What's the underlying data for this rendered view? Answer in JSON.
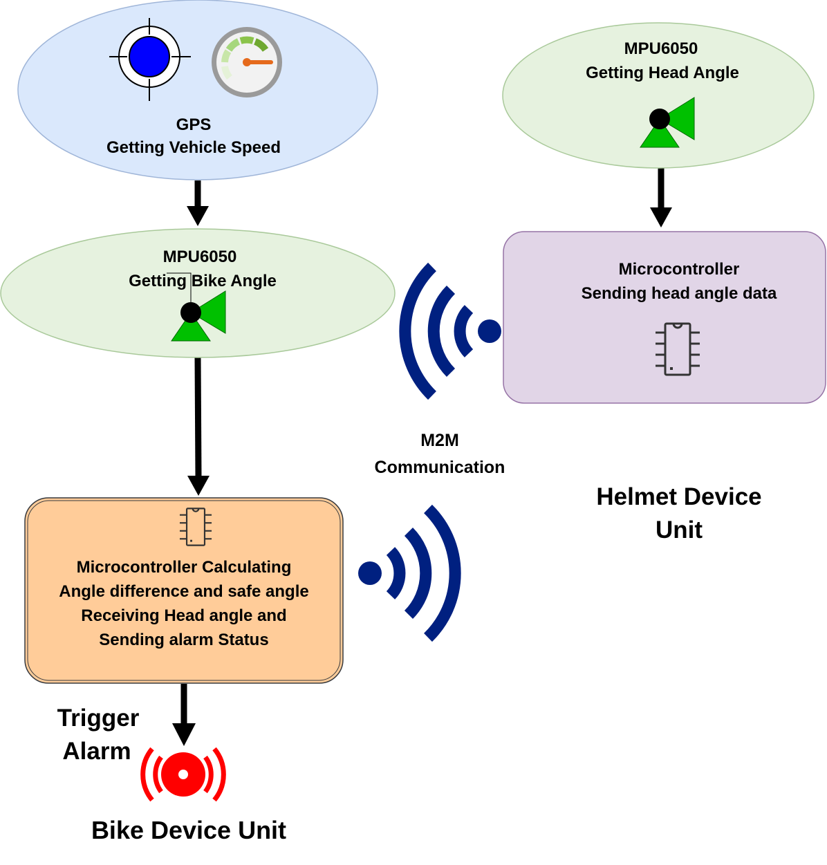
{
  "colors": {
    "gps_fill": "#dae8fc",
    "gps_stroke": "#9fb5d8",
    "mpu_fill": "#e6f2df",
    "mpu_stroke": "#a9c99a",
    "helmet_mcu_fill": "#e1d5e7",
    "helmet_mcu_stroke": "#9673a6",
    "bike_mcu_fill": "#ffcc99",
    "bike_mcu_stroke": "#36393d",
    "wireless": "#002080",
    "alarm": "#ff0000",
    "sensor_green": "#00c000",
    "gps_dot": "#0000ff",
    "arrow": "#000000"
  },
  "nodes": {
    "gps": {
      "line1": "GPS",
      "line2": "Getting Vehicle Speed",
      "icons": [
        "gps-target-icon",
        "speedometer-icon"
      ]
    },
    "bike_mpu": {
      "line1": "MPU6050",
      "line2": "Getting Bike Angle",
      "icon": "accelerometer-icon"
    },
    "helmet_mpu": {
      "line1": "MPU6050",
      "line2": "Getting Head Angle",
      "icon": "accelerometer-icon"
    },
    "helmet_mcu": {
      "line1": "Microcontroller",
      "line2": "Sending head angle data",
      "icon": "chip-icon"
    },
    "bike_mcu": {
      "line1": "Microcontroller Calculating",
      "line2": "Angle difference and safe angle",
      "line3": "Receiving  Head angle and",
      "line4": "Sending alarm Status",
      "icon": "chip-icon"
    }
  },
  "labels": {
    "m2m_line1": "M2M",
    "m2m_line2": "Communication",
    "helmet_unit_line1": "Helmet Device",
    "helmet_unit_line2": "Unit",
    "trigger_line1": "Trigger",
    "trigger_line2": "Alarm",
    "bike_unit": "Bike Device Unit"
  },
  "icons": {
    "wireless_left": "wireless-signal-icon",
    "wireless_right": "wireless-signal-icon",
    "alarm": "alarm-siren-icon"
  }
}
